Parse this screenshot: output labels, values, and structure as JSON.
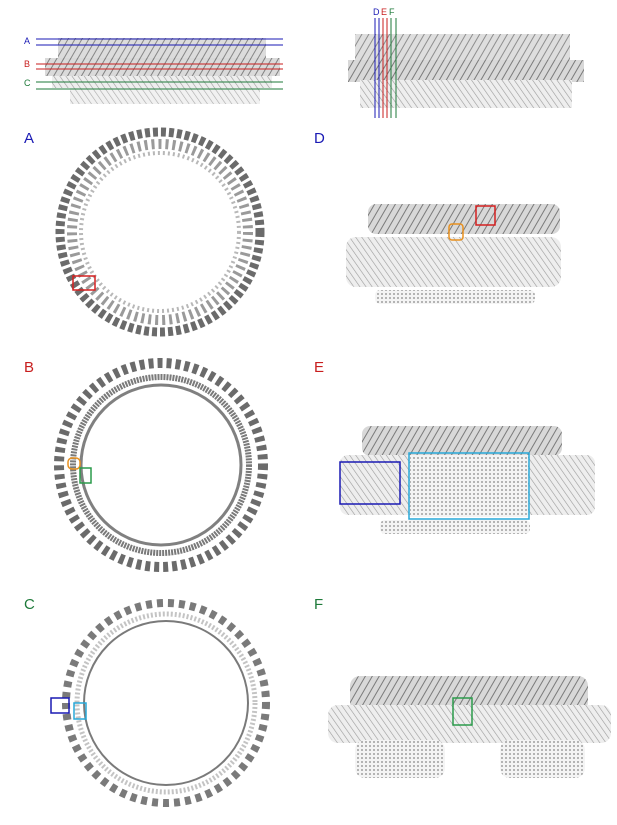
{
  "panels": {
    "A": {
      "label": "A",
      "color": "#1a1ab4"
    },
    "B": {
      "label": "B",
      "color": "#c81e1e"
    },
    "C": {
      "label": "C",
      "color": "#1e7a3a"
    },
    "D": {
      "label": "D",
      "color": "#1a1ab4"
    },
    "E": {
      "label": "E",
      "color": "#c81e1e"
    },
    "F": {
      "label": "F",
      "color": "#1e7a3a"
    }
  },
  "side_view_sections": {
    "A": "A",
    "B": "B",
    "C": "C"
  },
  "top_view_sections": {
    "D": "D",
    "E": "E",
    "F": "F"
  },
  "colors": {
    "density": "#6b6b6b",
    "density_light": "#b0b0b0",
    "red_box": "#d42020",
    "orange_box": "#e8901e",
    "green_box": "#2a9a4a",
    "blue_box": "#1a1ab4",
    "cyan_box": "#28a8d8"
  }
}
